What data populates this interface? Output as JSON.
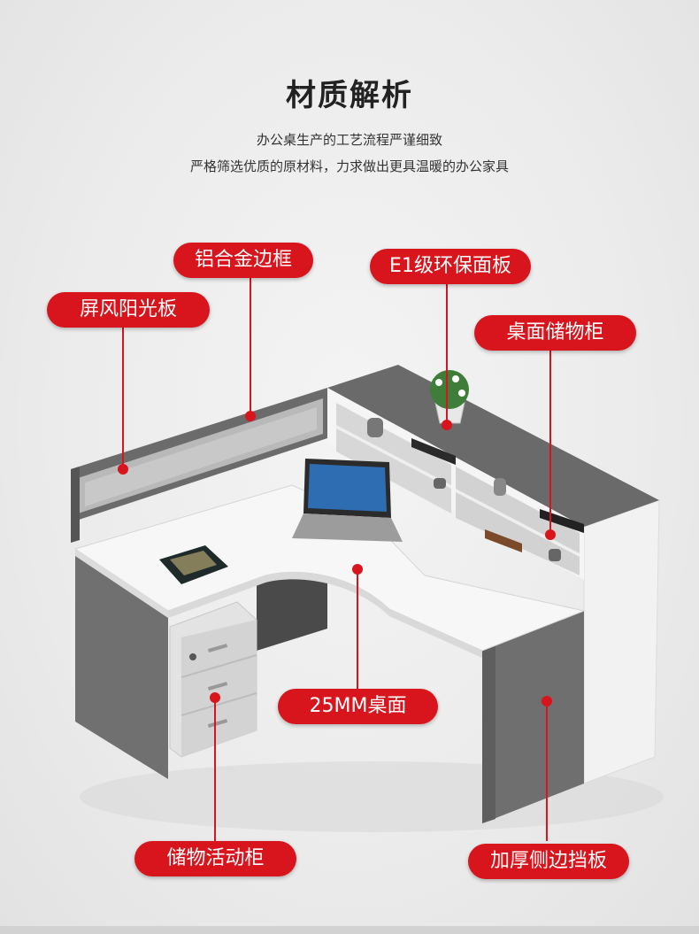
{
  "header": {
    "title": "材质解析",
    "subtitle_line1": "办公桌生产的工艺流程严谨细致",
    "subtitle_line2": "严格筛选优质的原材料，力求做出更具温暖的办公家具"
  },
  "labels": {
    "aluminum_frame": "铝合金边框",
    "e1_panel": "E1级环保面板",
    "screen_board": "屏风阳光板",
    "desktop_cabinet": "桌面储物柜",
    "desktop_25mm": "25MM桌面",
    "mobile_pedestal": "储物活动柜",
    "side_panel": "加厚侧边挡板"
  },
  "colors": {
    "accent": "#d8141d",
    "panel_gray": "#6e6e6e",
    "desk_white": "#f7f7f7"
  }
}
